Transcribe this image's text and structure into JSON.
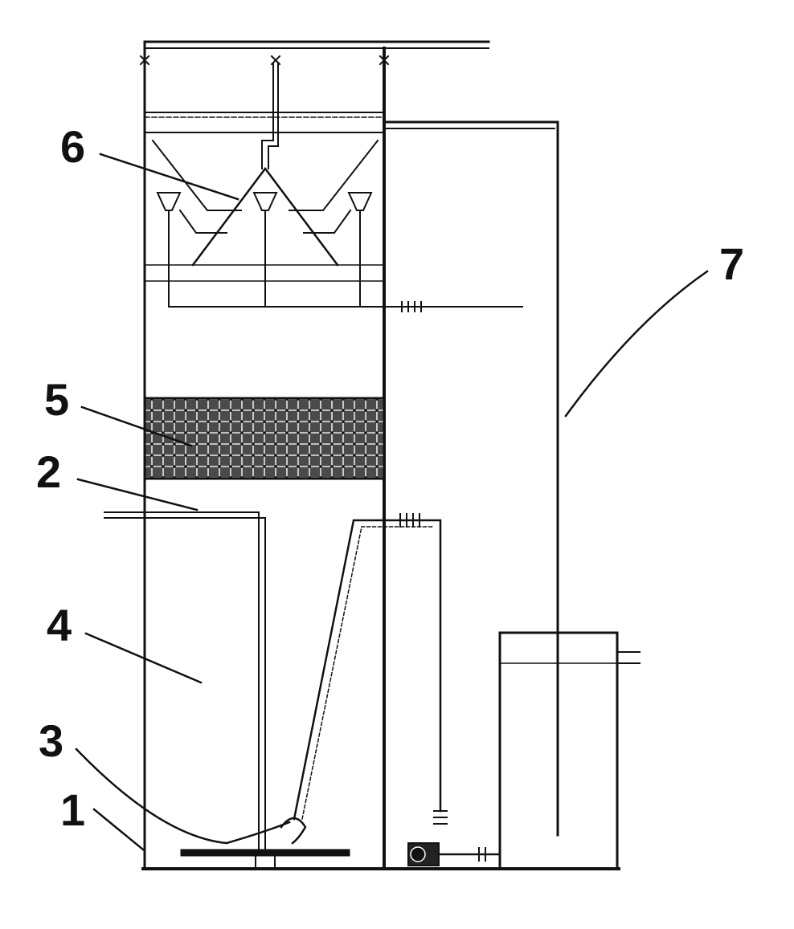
{
  "labels": {
    "l1": "1",
    "l2": "2",
    "l3": "3",
    "l4": "4",
    "l5": "5",
    "l6": "6",
    "l7": "7"
  },
  "colors": {
    "ink": "#111111",
    "background": "#ffffff",
    "packing_fill": "#5a5a5a"
  }
}
